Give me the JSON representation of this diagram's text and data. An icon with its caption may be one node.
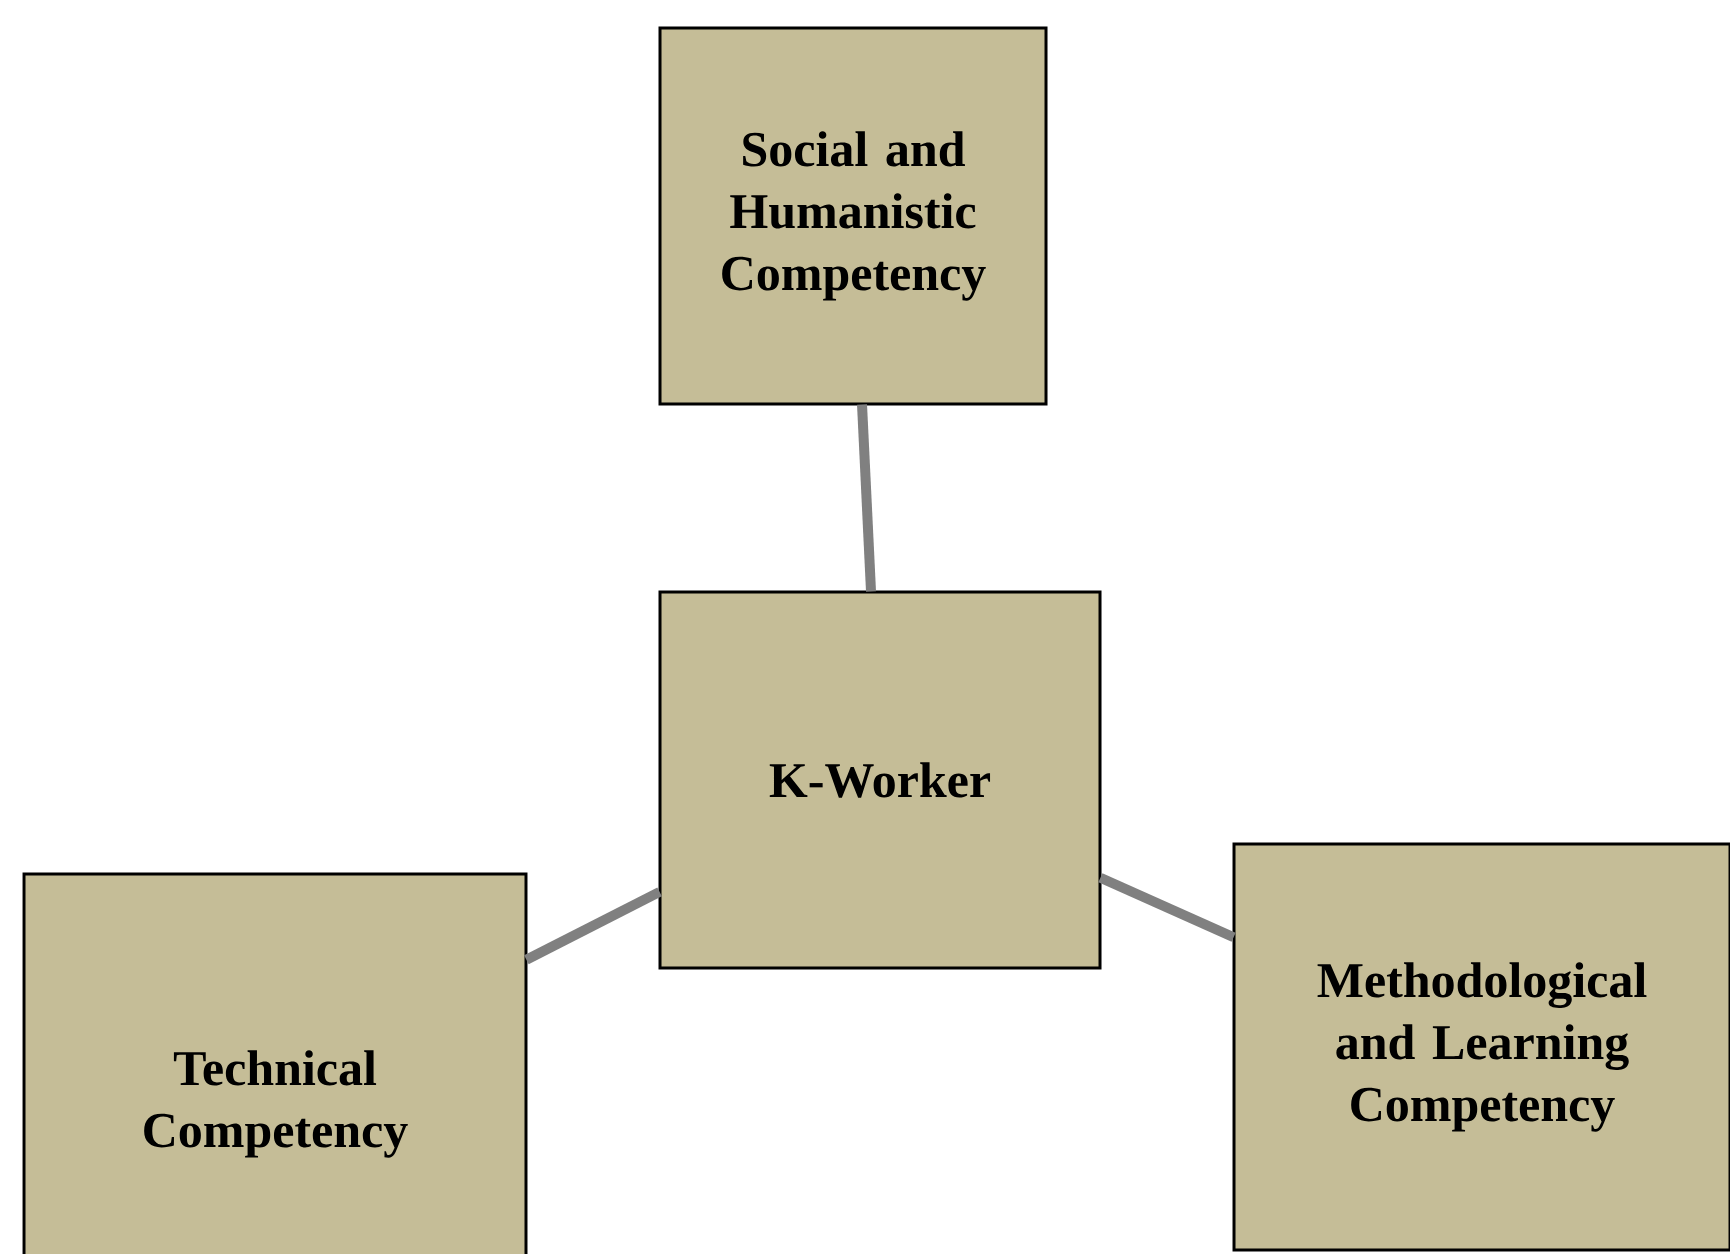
{
  "diagram": {
    "nodes": [
      {
        "text": [
          "Social and Humanistic Competency"
        ]
      },
      {
        "text": [
          "K-Worker"
        ]
      },
      {
        "text": [
          "Technical Competency"
        ]
      },
      {
        "text": [
          "Methodological and Learning Competency"
        ]
      }
    ],
    "edges": [
      {
        "from": 1,
        "to": 0,
        "arrow": "none"
      },
      {
        "from": 1,
        "to": 2,
        "arrow": "none"
      },
      {
        "from": 1,
        "to": 3,
        "arrow": "none"
      }
    ]
  }
}
